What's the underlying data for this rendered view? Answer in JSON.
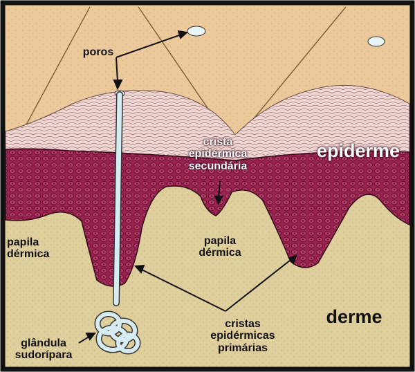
{
  "labels": {
    "pores": "poros",
    "secondary_ridge": [
      "crista",
      "epidérmica",
      "secundária"
    ],
    "epidermis": "epiderme",
    "papilla_left": [
      "papila",
      "dérmica"
    ],
    "papilla_center": [
      "papila",
      "dérmica"
    ],
    "dermis": "derme",
    "primary_ridges": [
      "cristas",
      "epidérmicas",
      "primárias"
    ],
    "sweat_gland": [
      "glândula",
      "sudorípara"
    ]
  },
  "colors": {
    "frame": "#111111",
    "surface_skin": "#ecc99b",
    "stratum_corneum": "#f0d6d2",
    "epidermis_cells": "#9c2451",
    "dermis": "#dfcf9c",
    "sweat_duct": "#d6ecf2",
    "pore": "#e8f4f6",
    "label_dark": "#111111",
    "label_light": "#ffffff"
  }
}
